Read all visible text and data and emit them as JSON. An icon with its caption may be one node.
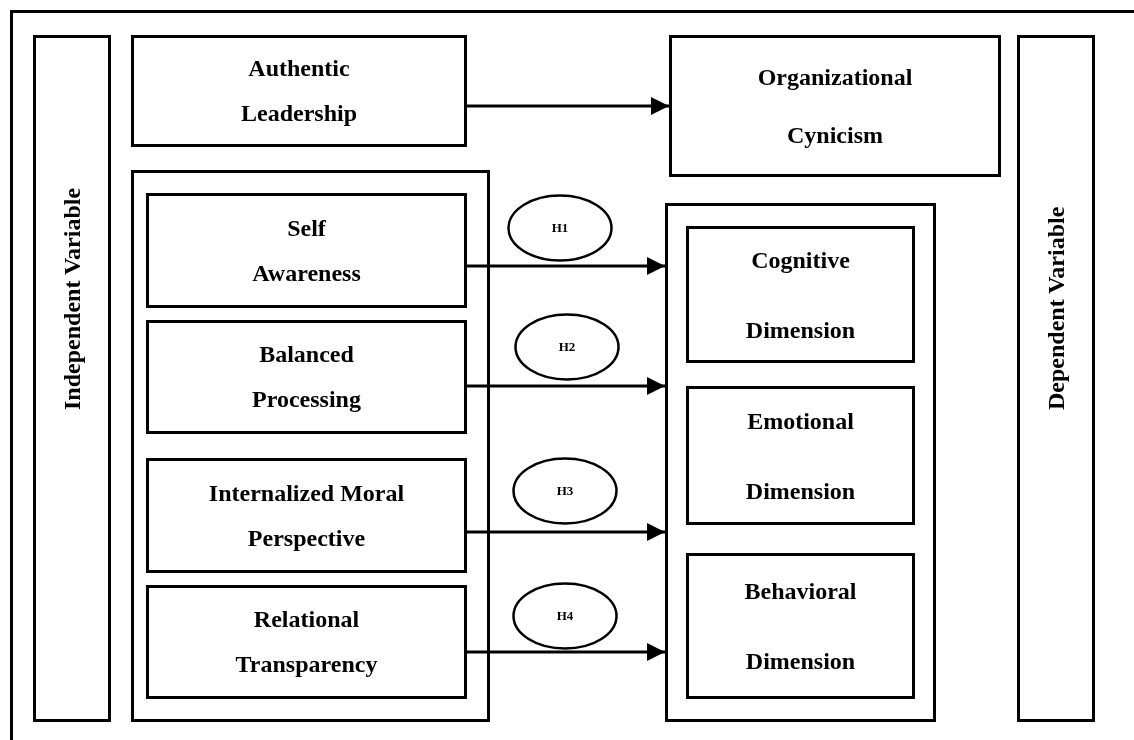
{
  "diagram": {
    "nodes": [
      {
        "text": [
          "Independent Variable"
        ]
      },
      {
        "text": [
          "Authentic Leadership"
        ]
      },
      {
        "text": [
          "Organizational Cynicism"
        ]
      },
      {
        "text": [],
        "shape": "box"
      },
      {
        "text": [
          "Self Awareness"
        ],
        "in": 3
      },
      {
        "text": [
          "Balanced Processing"
        ],
        "in": 3
      },
      {
        "text": [
          "Internalized Moral Perspective"
        ],
        "in": 3
      },
      {
        "text": [
          "Relational Transparency"
        ],
        "in": 3
      },
      {
        "text": [
          "H1"
        ]
      },
      {
        "text": [
          "H2"
        ]
      },
      {
        "text": [
          "H3"
        ]
      },
      {
        "text": [
          "H4"
        ]
      },
      {
        "text": [],
        "shape": "box"
      },
      {
        "text": [
          "Cognitive Dimension"
        ],
        "in": 12
      },
      {
        "text": [
          "Emotional Dimension"
        ],
        "in": 12
      },
      {
        "text": [
          "Behavioral Dimension"
        ],
        "in": 12
      },
      {
        "text": [
          "Dependent Variable"
        ]
      }
    ],
    "edges": [
      {
        "from": 1,
        "to": 2,
        "arrow": "to"
      },
      {
        "from": 4,
        "to": 12,
        "arrow": "to"
      },
      {
        "from": 5,
        "to": 12,
        "arrow": "to"
      },
      {
        "from": 6,
        "to": 12,
        "arrow": "to"
      },
      {
        "from": 7,
        "to": 12,
        "arrow": "to"
      }
    ]
  }
}
